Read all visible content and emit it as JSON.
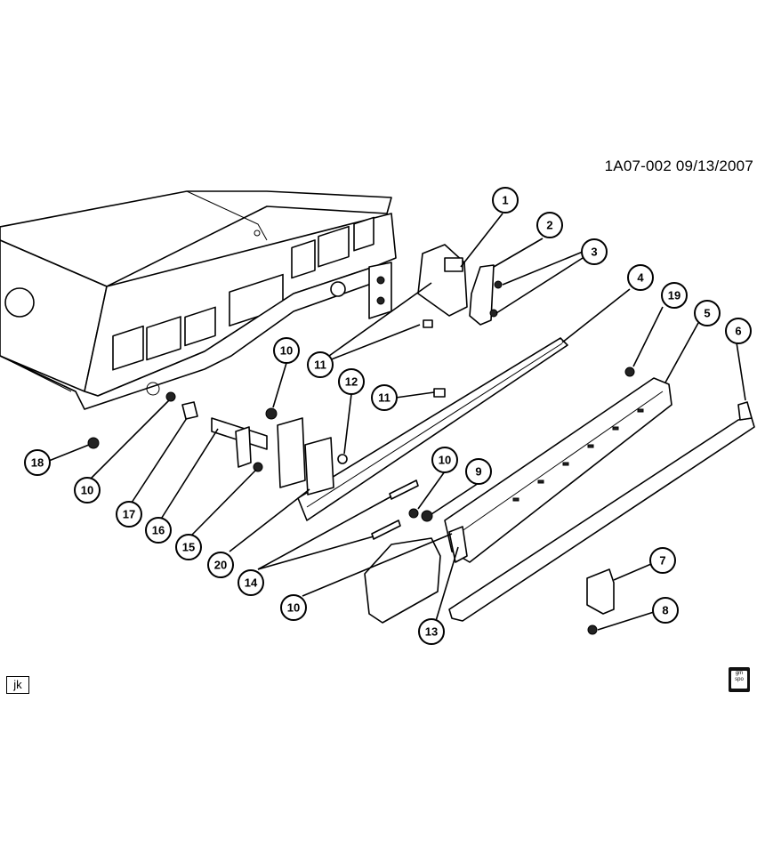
{
  "header": {
    "reference_code": "1A07-002  09/13/2007"
  },
  "footer": {
    "artist_initials": "jk",
    "logo_text": "gm spo"
  },
  "callouts": [
    "1",
    "2",
    "3",
    "4",
    "19",
    "5",
    "6",
    "11",
    "10",
    "12",
    "11",
    "18",
    "10",
    "17",
    "16",
    "15",
    "20",
    "10",
    "9",
    "14",
    "10",
    "13",
    "7",
    "8"
  ]
}
